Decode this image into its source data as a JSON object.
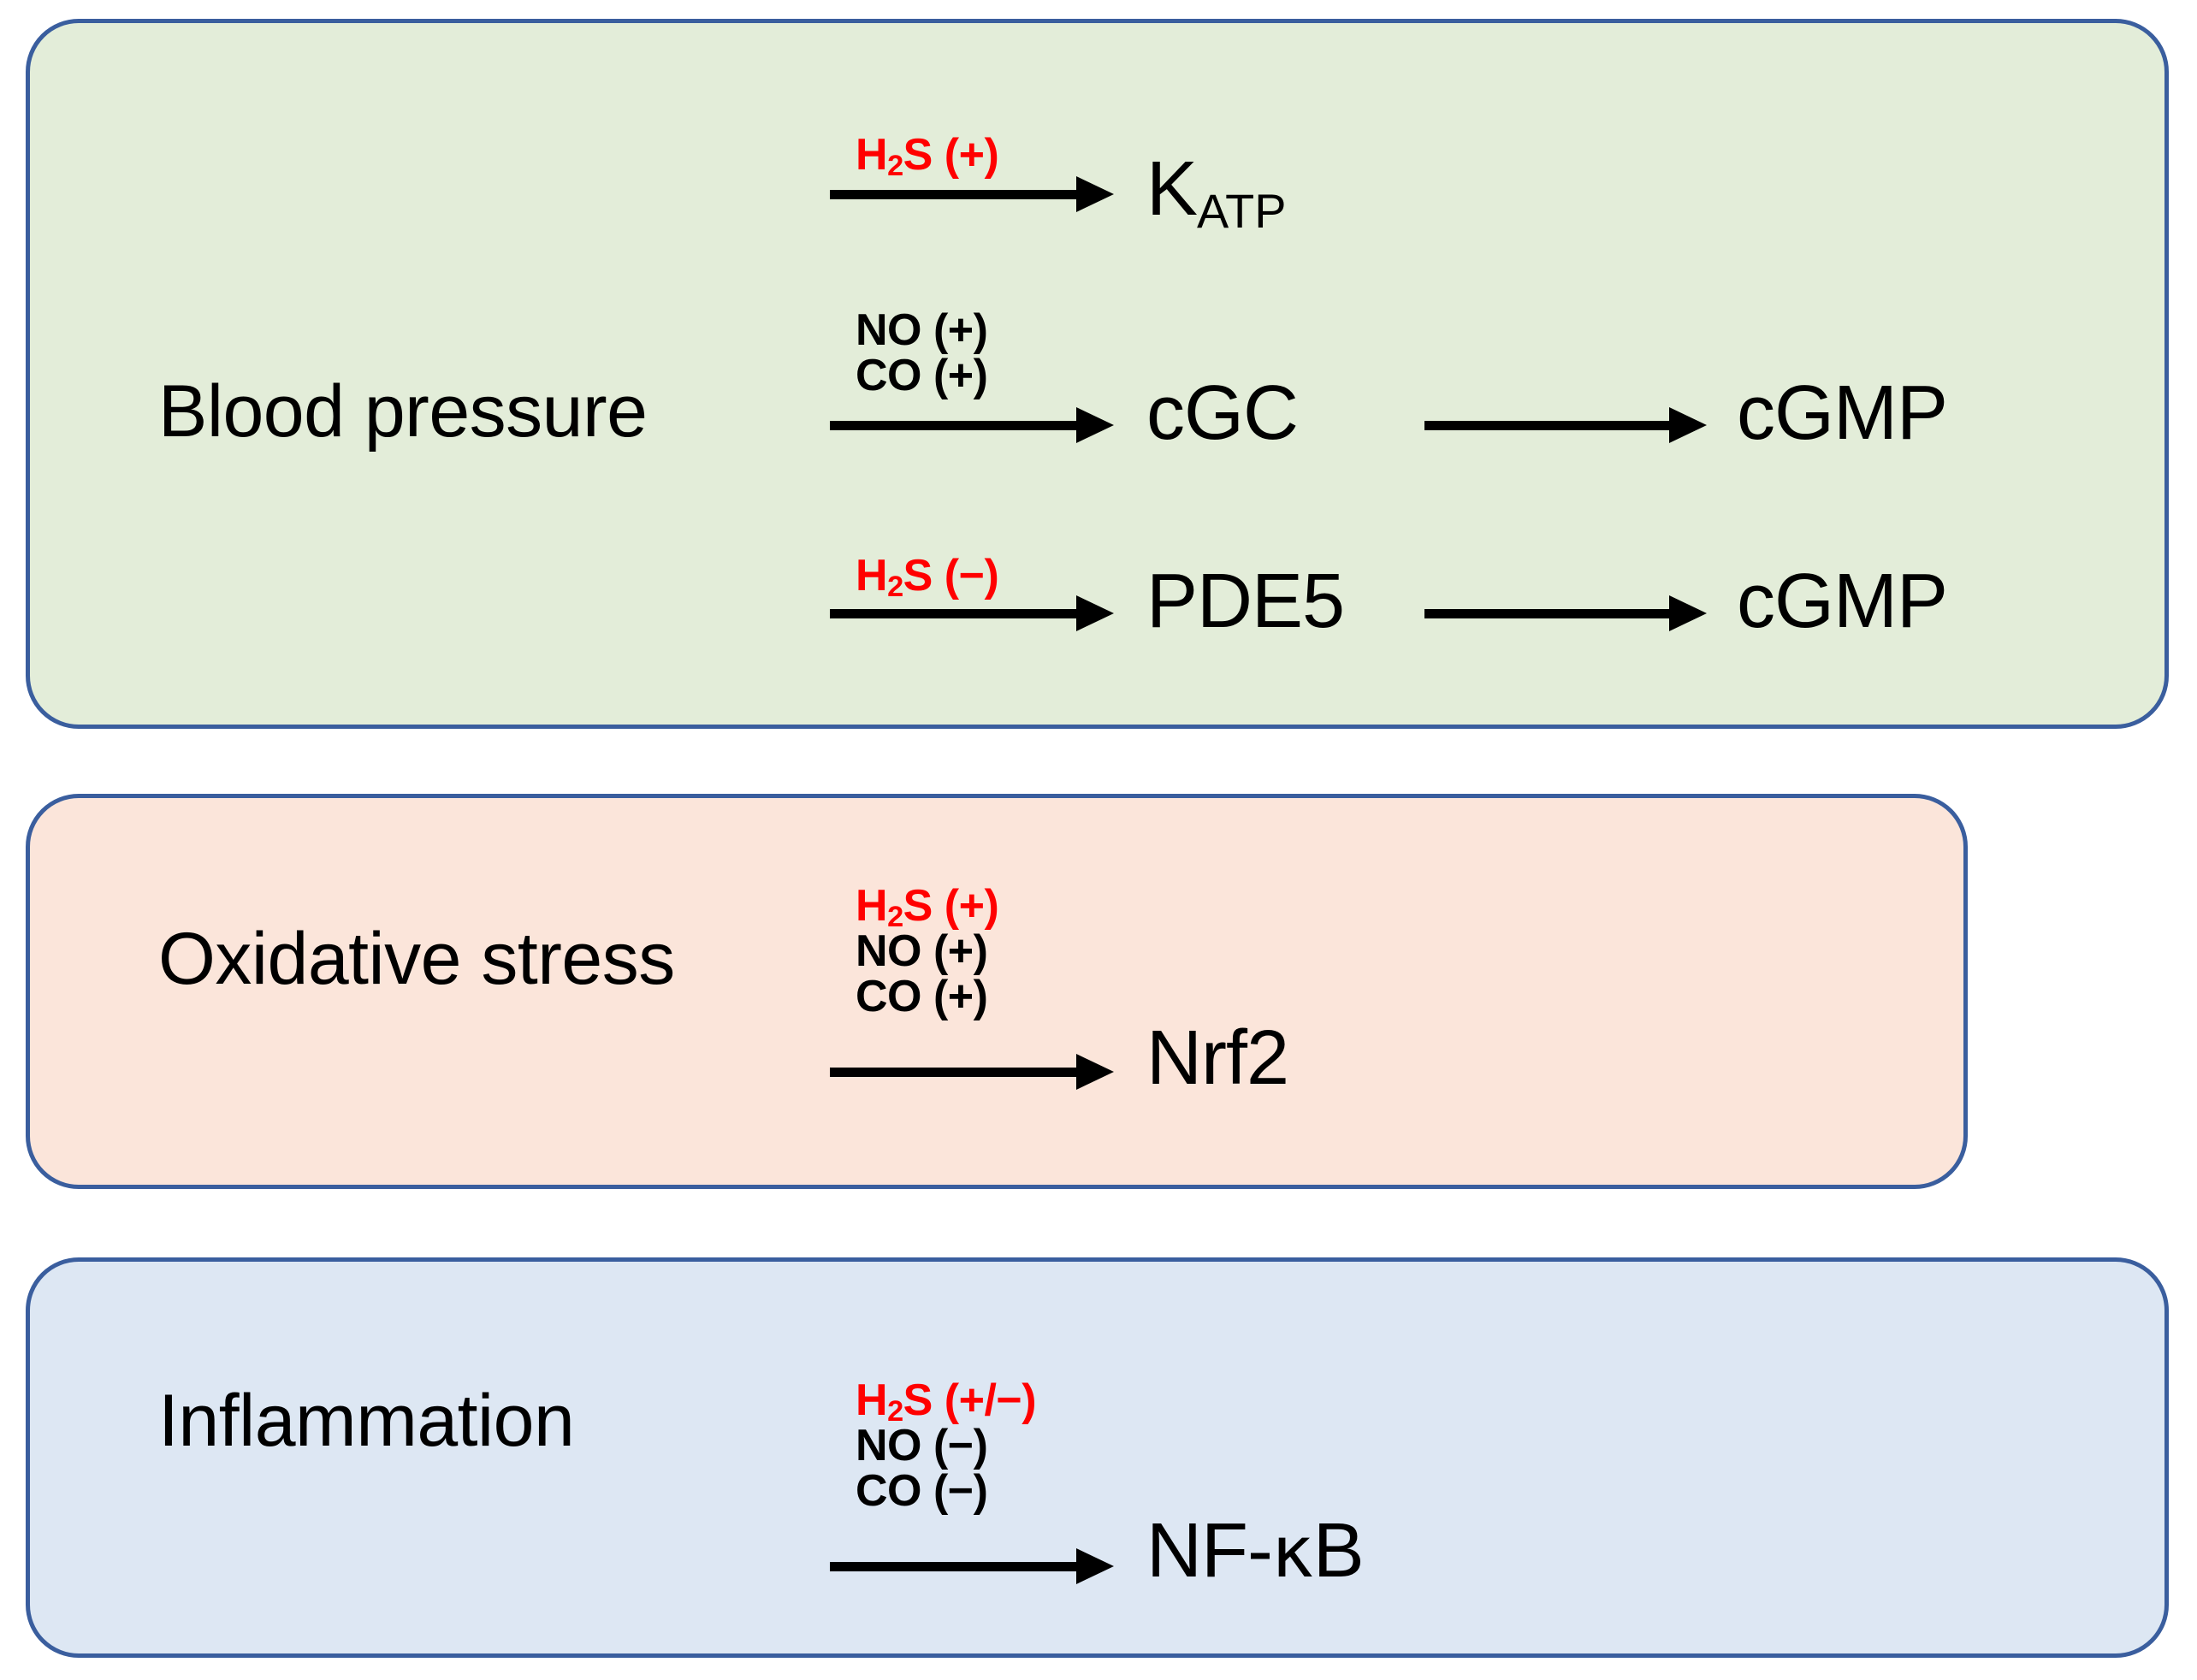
{
  "figure": {
    "type": "pathway-diagram",
    "panels": [
      {
        "id": "blood-pressure",
        "label": "Blood pressure",
        "fill_color": "#e3edd9",
        "border_color": "#3a5e9e",
        "rows": [
          {
            "id": "katp",
            "conditions": [
              {
                "text": "H2S (+)",
                "html": "H<sub>2</sub>S (+)",
                "color": "#ff0000"
              }
            ],
            "target": "KATP",
            "target_base": "K",
            "target_sub": "ATP",
            "second_target": null
          },
          {
            "id": "cgc",
            "conditions": [
              {
                "text": "NO (+)",
                "html": "NO (+)",
                "color": "#000000"
              },
              {
                "text": "CO (+)",
                "html": "CO (+)",
                "color": "#000000"
              }
            ],
            "target": "cGC",
            "second_target": "cGMP"
          },
          {
            "id": "pde5",
            "conditions": [
              {
                "text": "H2S (−)",
                "html": "H<sub>2</sub>S (−)",
                "color": "#ff0000"
              }
            ],
            "target": "PDE5",
            "second_target": "cGMP"
          }
        ]
      },
      {
        "id": "oxidative-stress",
        "label": "Oxidative stress",
        "fill_color": "#fbe5da",
        "border_color": "#3a5e9e",
        "rows": [
          {
            "id": "nrf2",
            "conditions": [
              {
                "text": "H2S (+)",
                "html": "H<sub>2</sub>S (+)",
                "color": "#ff0000"
              },
              {
                "text": "NO (+)",
                "html": "NO (+)",
                "color": "#000000"
              },
              {
                "text": "CO (+)",
                "html": "CO (+)",
                "color": "#000000"
              }
            ],
            "target": "Nrf2",
            "second_target": null
          }
        ]
      },
      {
        "id": "inflammation",
        "label": "Inflammation",
        "fill_color": "#dde7f3",
        "border_color": "#3a5e9e",
        "rows": [
          {
            "id": "nfkb",
            "conditions": [
              {
                "text": "H2S (+/−)",
                "html": "H<sub>2</sub>S (+/−)",
                "color": "#ff0000"
              },
              {
                "text": "NO (−)",
                "html": "NO (−)",
                "color": "#000000"
              },
              {
                "text": "CO (−)",
                "html": "CO (−)",
                "color": "#000000"
              }
            ],
            "target": "NF-κB",
            "second_target": null
          }
        ]
      }
    ],
    "labels": {
      "blood_pressure": "Blood pressure",
      "oxidative_stress": "Oxidative stress",
      "inflammation": "Inflammation",
      "h2s_plus": "H",
      "h2s_sub": "2",
      "h2s_plus_tail": "S (+)",
      "h2s_minus_tail": "S (−)",
      "h2s_plusminus_tail": "S (+/−)",
      "no_plus": "NO (+)",
      "co_plus": "CO (+)",
      "no_minus": "NO (−)",
      "co_minus": "CO (−)",
      "katp_base": "K",
      "katp_sub": "ATP",
      "cgc": "cGC",
      "cgmp_1": "cGMP",
      "pde5": "PDE5",
      "cgmp_2": "cGMP",
      "nrf2": "Nrf2",
      "nfkb_pre": "NF-",
      "nfkb_kappa": "κ",
      "nfkb_post": "B"
    }
  }
}
